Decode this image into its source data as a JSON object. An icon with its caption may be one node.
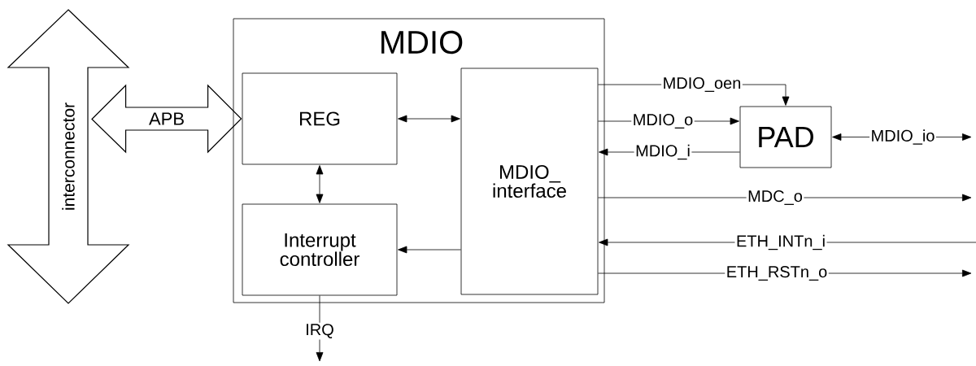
{
  "diagram": {
    "nodes": [
      {
        "text": [
          "interconnector"
        ]
      },
      {
        "text": [
          "MDIO"
        ]
      },
      {
        "text": [
          "REG"
        ],
        "in": 1
      },
      {
        "text": [
          "Interrupt controller"
        ],
        "in": 1
      },
      {
        "text": [
          "MDIO_ interface"
        ],
        "in": 1
      },
      {
        "text": [
          "PAD"
        ]
      }
    ],
    "edges": [
      {
        "from": 0,
        "to": 2,
        "arrow": "both",
        "label": "APB",
        "style": "thick"
      },
      {
        "from": 2,
        "to": 4,
        "arrow": "both"
      },
      {
        "from": 2,
        "to": 3,
        "arrow": "both"
      },
      {
        "from": 4,
        "to": 3,
        "arrow": "to"
      },
      {
        "from": 3,
        "to": null,
        "arrow": "to",
        "label": "IRQ"
      },
      {
        "from": 4,
        "to": 5,
        "arrow": "to",
        "label": "MDIO_oen"
      },
      {
        "from": 4,
        "to": 5,
        "arrow": "to",
        "label": "MDIO_o"
      },
      {
        "from": 5,
        "to": 4,
        "arrow": "to",
        "label": "MDIO_i"
      },
      {
        "from": 5,
        "to": null,
        "arrow": "both",
        "label": "MDIO_io"
      },
      {
        "from": 4,
        "to": null,
        "arrow": "to",
        "label": "MDC_o"
      },
      {
        "from": null,
        "to": 4,
        "arrow": "to",
        "label": "ETH_INTn_i"
      },
      {
        "from": 4,
        "to": null,
        "arrow": "to",
        "label": "ETH_RSTn_o"
      }
    ]
  }
}
